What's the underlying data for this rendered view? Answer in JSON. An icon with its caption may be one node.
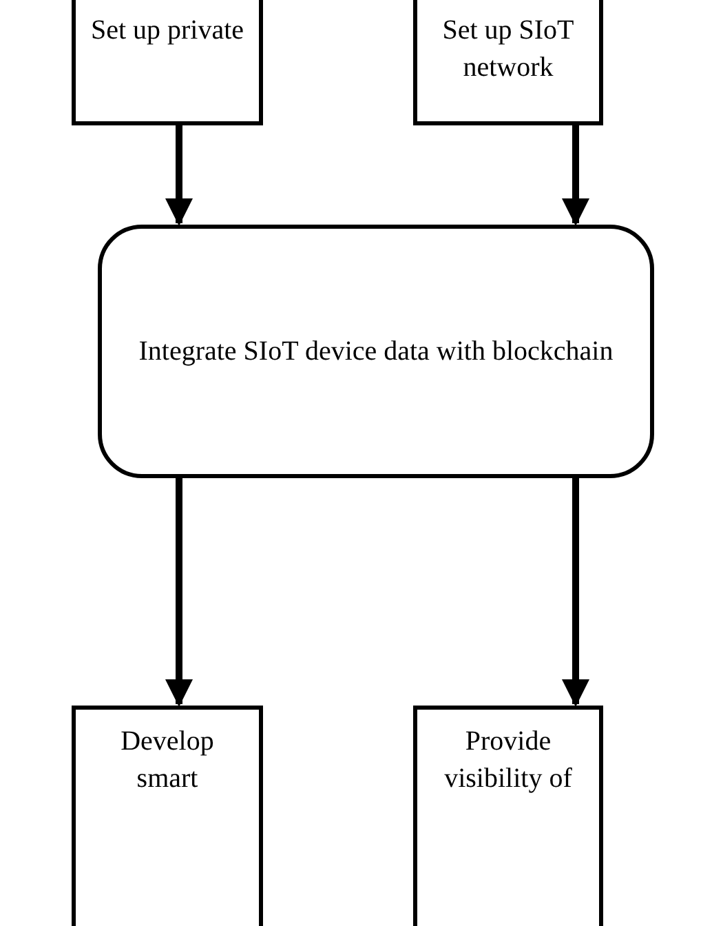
{
  "diagram": {
    "nodes": [
      {
        "text": [
          "Set up private"
        ]
      },
      {
        "text": [
          "Set up SIoT network"
        ]
      },
      {
        "text": [
          "Integrate SIoT device data with blockchain"
        ]
      },
      {
        "text": [
          "Develop smart"
        ]
      },
      {
        "text": [
          "Provide visibility of"
        ]
      }
    ],
    "edges": [
      {
        "from": 0,
        "to": 2,
        "arrow": "to"
      },
      {
        "from": 1,
        "to": 2,
        "arrow": "to"
      },
      {
        "from": 2,
        "to": 3,
        "arrow": "to"
      },
      {
        "from": 2,
        "to": 4,
        "arrow": "to"
      }
    ]
  }
}
